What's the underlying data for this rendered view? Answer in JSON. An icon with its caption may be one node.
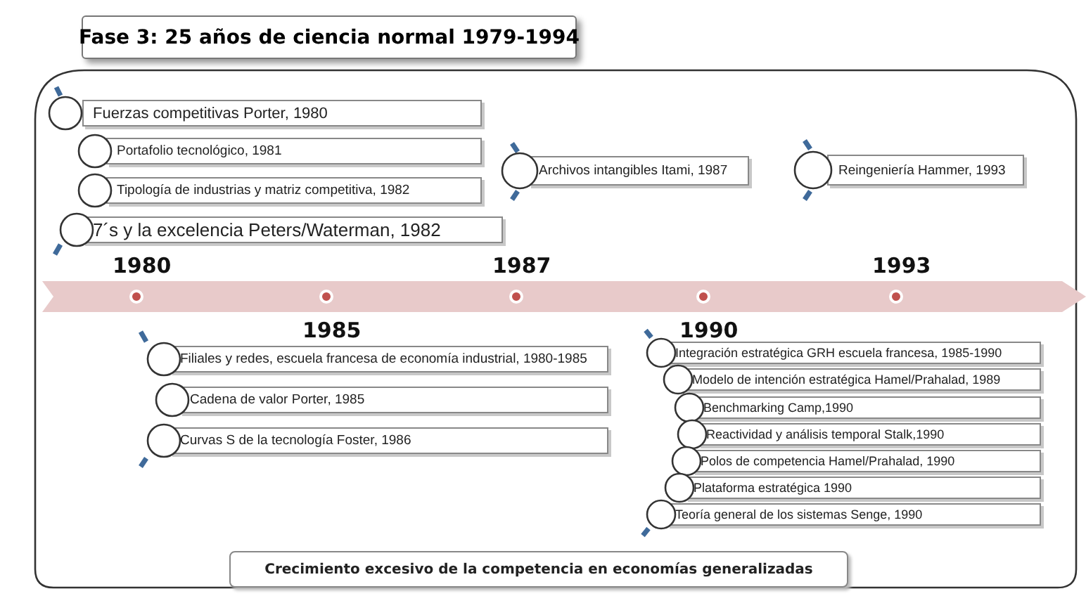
{
  "diagram": {
    "title": "Fase 3: 25 años de ciencia normal 1979-1994",
    "nodes": [
      {
        "text": [
          "Fuerzas competitivas Porter, 1980"
        ]
      },
      {
        "text": [
          "Portafolio tecnológico, 1981"
        ]
      },
      {
        "text": [
          "Tipología  de industrias y matriz competitiva, 1982"
        ]
      },
      {
        "text": [
          "7´s y la excelencia Peters/Waterman, 1982"
        ]
      },
      {
        "text": [
          "Archivos intangibles  Itami, 1987"
        ]
      },
      {
        "text": [
          "Reingeniería  Hammer,  1993"
        ]
      },
      {
        "text": [
          "Filiales  y redes, escuela francesa de economía industrial, 1980-1985"
        ]
      },
      {
        "text": [
          "Cadena de valor Porter, 1985"
        ]
      },
      {
        "text": [
          "Curvas S de la tecnología Foster, 1986"
        ]
      },
      {
        "text": [
          "Integración estratégica GRH  escuela francesa, 1985-1990"
        ]
      },
      {
        "text": [
          "Modelo  de intención estratégica Hamel/Prahalad,  1989"
        ]
      },
      {
        "text": [
          "Benchmarking Camp,1990"
        ]
      },
      {
        "text": [
          "Reactividad y análisis temporal Stalk,1990"
        ]
      },
      {
        "text": [
          "Polos  de competencia Hamel/Prahalad,  1990"
        ]
      },
      {
        "text": [
          "Plataforma  estratégica 1990"
        ]
      },
      {
        "text": [
          "Teoría  general de los sistemas Senge, 1990"
        ]
      },
      {
        "text": [
          "Crecimiento excesivo de la competencia en economías generalizadas"
        ]
      }
    ],
    "labels": [
      "1980",
      "1985",
      "1987",
      "1990",
      "1993"
    ]
  }
}
